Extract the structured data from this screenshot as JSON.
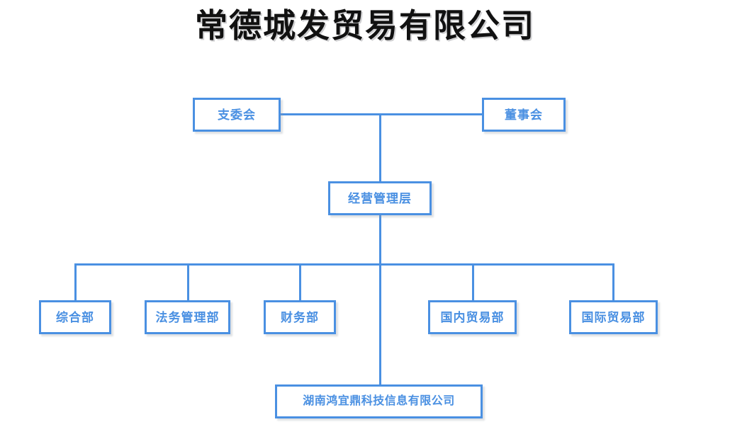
{
  "title": "常德城发贸易有限公司",
  "theme": {
    "line_color": "#4a90e2",
    "box_border_color": "#4a90e2",
    "box_fill_color": "#ffffff",
    "label_color": "#4a90e2",
    "title_color": "#111111",
    "background": "#ffffff"
  },
  "org_chart": {
    "type": "org-chart",
    "levels": [
      {
        "level": 1,
        "nodes": [
          {
            "id": "party-committee",
            "label": "支委会"
          },
          {
            "id": "board-of-directors",
            "label": "董事会"
          }
        ]
      },
      {
        "level": 2,
        "nodes": [
          {
            "id": "management",
            "label": "经营管理层"
          }
        ]
      },
      {
        "level": 3,
        "nodes": [
          {
            "id": "general-affairs",
            "label": "综合部"
          },
          {
            "id": "legal-affairs",
            "label": "法务管理部"
          },
          {
            "id": "finance",
            "label": "财务部"
          },
          {
            "id": "domestic-trade",
            "label": "国内贸易部"
          },
          {
            "id": "international-trade",
            "label": "国际贸易部"
          }
        ]
      },
      {
        "level": 4,
        "nodes": [
          {
            "id": "subsidiary",
            "label": "湖南鸿宜鼎科技信息有限公司"
          }
        ]
      }
    ],
    "edges": [
      {
        "from": "party-committee",
        "to": "board-of-directors"
      },
      {
        "from": "board-of-directors",
        "to": "management"
      },
      {
        "from": "management",
        "to": "general-affairs"
      },
      {
        "from": "management",
        "to": "legal-affairs"
      },
      {
        "from": "management",
        "to": "finance"
      },
      {
        "from": "management",
        "to": "domestic-trade"
      },
      {
        "from": "management",
        "to": "international-trade"
      },
      {
        "from": "management",
        "to": "subsidiary"
      }
    ]
  }
}
